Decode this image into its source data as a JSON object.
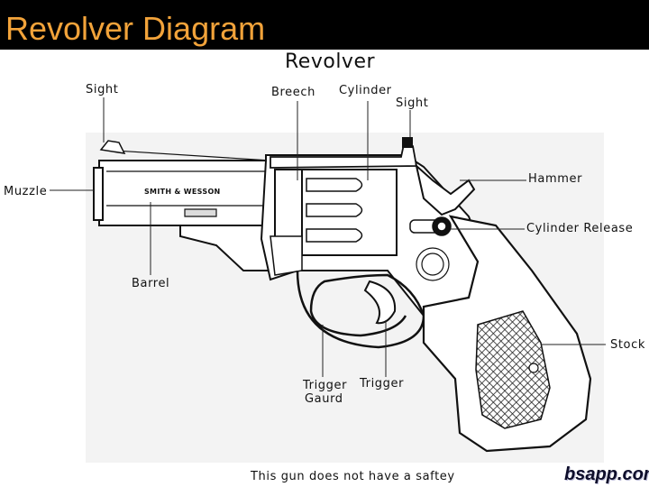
{
  "slide": {
    "title": "Revolver Diagram",
    "accent_color": "#f2a33a",
    "bar_color": "#000000"
  },
  "diagram": {
    "title": "Revolver",
    "engraving": "SMITH & WESSON",
    "labels": {
      "sight_front": "Sight",
      "breech": "Breech",
      "cylinder": "Cylinder",
      "sight_rear": "Sight",
      "hammer": "Hammer",
      "muzzle": "Muzzle",
      "cylinder_release": "Cylinder Release",
      "barrel": "Barrel",
      "stock": "Stock",
      "trigger_guard_line1": "Trigger",
      "trigger_guard_line2": "Gaurd",
      "trigger": "Trigger"
    },
    "footnote": "This gun does not have a saftey"
  },
  "watermark": "bsapp.com"
}
